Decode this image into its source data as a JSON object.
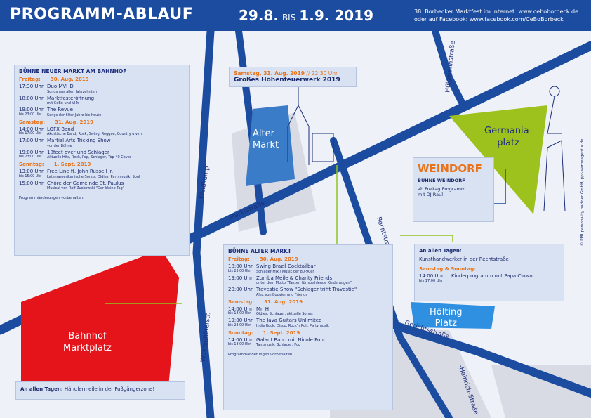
{
  "header": {
    "title": "PROGRAMM-ABLAUF",
    "date_from": "29.8.",
    "date_sep": "BIS",
    "date_to": "1.9. 2019",
    "info_line1": "38. Borbecker Marktfest im Internet: www.ceboborbeck.de",
    "info_line2": "oder auf Facebook: www.facebook.com/CeBoBorbeck"
  },
  "map_labels": {
    "alter_markt_1": "Alter",
    "alter_markt_2": "Markt",
    "germania_1": "Germania-",
    "germania_2": "platz",
    "bahnhof_1": "Bahnhof",
    "bahnhof_2": "Marktplatz",
    "hoelting_1": "Hölting",
    "hoelting_2": "Platz"
  },
  "streets": {
    "weidkamp": "Weidkamp",
    "marktstrasse": "Marktstraße",
    "rechtstrasse": "Rechtstraße",
    "huelsmannstrasse": "Hülsmannstraße",
    "wuestenhoefer": "Wüstenhöferstr.",
    "gerichtsstrasse": "Gerichtsstraße",
    "heinrich": "-Heinrich-Straße"
  },
  "fireworks": {
    "date": "Samstag, 31. Aug. 2019",
    "time": "// 22:30 Uhr",
    "title": "Großes Höhenfeuerwerk 2019"
  },
  "weindorf": {
    "title": "WEINDORF",
    "subtitle": "BÜHNE WEINDORF",
    "line1": "ab Freitag Programm",
    "line2": "mit DJ Raul!"
  },
  "stage_bahnhof": {
    "title": "BÜHNE NEUER MARKT AM BAHNHOF",
    "days": [
      {
        "day": "Freitag:",
        "date": "30. Aug. 2019",
        "events": [
          {
            "time": "17:30 Uhr",
            "until": "",
            "name": "Duo MVHD",
            "desc": "Songs aus allen Jahrzehnten"
          },
          {
            "time": "18:00 Uhr",
            "until": "",
            "name": "Marktfesteröffnung",
            "desc": "mit CeBo und VIPs"
          },
          {
            "time": "19:00 Uhr",
            "until": "bis 23:00 Uhr",
            "name": "The Revue",
            "desc": "Songs der 60er Jahre bis heute"
          }
        ]
      },
      {
        "day": "Samstag:",
        "date": "31. Aug. 2019",
        "events": [
          {
            "time": "14:00 Uhr",
            "until": "bis 17:00 Uhr",
            "name": "LOFX Band",
            "desc": "Akustische Band, Rock, Swing, Reggae, Country u.v.m."
          },
          {
            "time": "17:00 Uhr",
            "until": "",
            "name": "Martial Arts Tricking Show",
            "desc": "vor der Bühne"
          },
          {
            "time": "19:00 Uhr",
            "until": "bis 23:00 Uhr",
            "name": "18feet over und Schlager",
            "desc": "Aktuelle Hits, Rock, Pop, Schlager, Top 40 Cover"
          }
        ]
      },
      {
        "day": "Sonntag:",
        "date": "1. Sept. 2019",
        "events": [
          {
            "time": "13:00 Uhr",
            "until": "bis 15:00 Uhr",
            "name": "Free Line ft. John Russell Jr.",
            "desc": "Lateinamerikanische Songs, Oldies, Partymusik, Soul"
          },
          {
            "time": "15:00 Uhr",
            "until": "",
            "name": "Chöre der Gemeinde St. Paulus",
            "desc": "Musical von Rolf Zuckowski \"Der kleine Tag\""
          }
        ]
      }
    ],
    "note": "Programmänderungen vorbehalten."
  },
  "stage_altermarkt": {
    "title": "BÜHNE ALTER MARKT",
    "days": [
      {
        "day": "Freitag:",
        "date": "30. Aug. 2019",
        "events": [
          {
            "time": "18:00 Uhr",
            "until": "bis 23:00 Uhr",
            "name": "Swing Brazil Cocktailbar",
            "desc": "Schlager-Mix / Musik der 80-90er"
          },
          {
            "time": "19:00 Uhr",
            "until": "",
            "name": "Zumba Meile & Charity Friends",
            "desc": "unter dem Motto \"Tanzen für strahlende Kinderaugen\""
          },
          {
            "time": "20:00 Uhr",
            "until": "",
            "name": "Travestie-Show \"Schlager trifft Travestie\"",
            "desc": "Alex von Bouvier und Friends"
          }
        ]
      },
      {
        "day": "Samstag:",
        "date": "31. Aug. 2019",
        "events": [
          {
            "time": "14:00 Uhr",
            "until": "bis 18:00 Uhr",
            "name": "Mr. H",
            "desc": "Oldies, Schlager, aktuelle Songs"
          },
          {
            "time": "19:00 Uhr",
            "until": "bis 23:00 Uhr",
            "name": "The Java Guitars Unlimited",
            "desc": "Indie Rock, Disco, Rock'n Roll, Partymusik"
          }
        ]
      },
      {
        "day": "Sonntag:",
        "date": "1. Sept. 2019",
        "events": [
          {
            "time": "14:00 Uhr",
            "until": "bis 18:00 Uhr",
            "name": "Galant Band mit Nicole Pohl",
            "desc": "Tanzmusik, Schlager, Pop"
          }
        ]
      }
    ],
    "note": "Programmänderungen vorbehalten."
  },
  "rechtstrasse": {
    "heading": "An allen Tagen:",
    "line": "Kunsthandwerker in der Rechtstraße",
    "weekend": "Samstag & Sonntag:",
    "time": "14:00 Uhr",
    "until": "bis 17:00 Uhr",
    "event": "Kinderprogramm mit Papa Clowni"
  },
  "fussgaenger": {
    "heading": "An allen Tagen:",
    "text": "Händlermeile in der Fußgängerzone!"
  },
  "credit": "© PPR personality partner GmbH, ppr-werbeagentur.de",
  "colors": {
    "header_blue": "#1c4ca0",
    "street_blue": "#1c4ca0",
    "accent_orange": "#e8731a",
    "lime": "#9ec21d",
    "bahnhof_red": "#e5141b",
    "panel_bg": "#d9e2f2"
  }
}
